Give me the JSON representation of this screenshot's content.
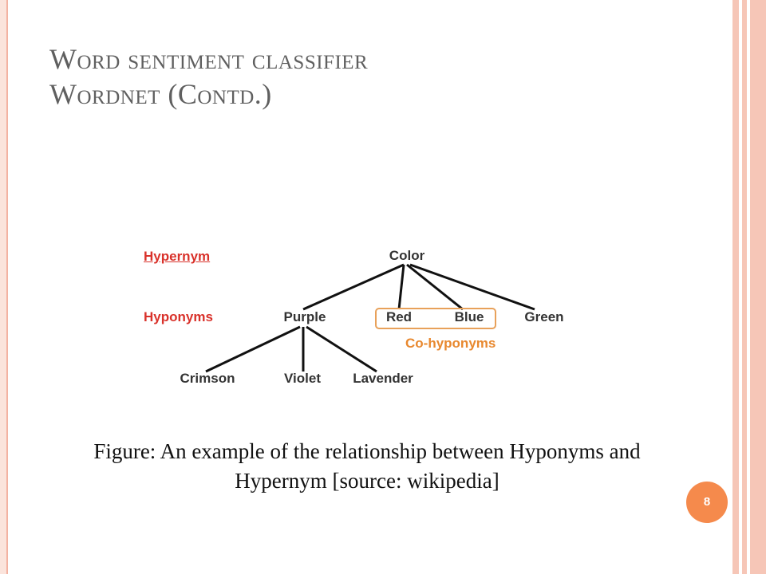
{
  "slide": {
    "title_line1": "Word sentiment classifier",
    "title_line2": "Wordnet (Contd.)",
    "page_number": "8"
  },
  "diagram": {
    "labels": {
      "hypernym": "Hypernym",
      "hyponyms": "Hyponyms",
      "cohyponyms": "Co-hyponyms"
    },
    "nodes": {
      "root": "Color",
      "purple": "Purple",
      "red": "Red",
      "blue": "Blue",
      "green": "Green",
      "crimson": "Crimson",
      "violet": "Violet",
      "lavender": "Lavender"
    },
    "colors": {
      "label_red": "#d9322b",
      "cohyponym_orange": "#e8882e",
      "node_text": "#333333"
    }
  },
  "caption": "Figure: An example of the relationship between Hyponyms and Hypernym [source: wikipedia]"
}
